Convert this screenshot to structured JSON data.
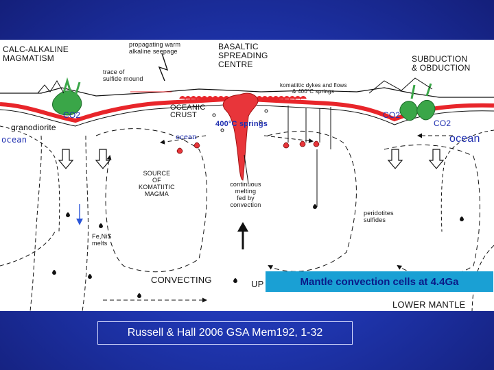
{
  "labels": {
    "calc_alkaline": [
      "CALC-ALKALINE",
      "MAGMATISM"
    ],
    "propagating": [
      "propagating warm",
      "alkaline seepage"
    ],
    "basaltic": [
      "BASALTIC",
      "SPREADING",
      "CENTRE"
    ],
    "subduction": [
      "SUBDUCTION",
      "& OBDUCTION"
    ],
    "trace": [
      "trace of",
      "sulfide mound"
    ],
    "komatiitic_dykes": [
      "komatiitic dykes and flows",
      "& 400°C springs"
    ],
    "oceanic_crust": [
      "OCEANIC",
      "CRUST"
    ],
    "springs": "400°C springs",
    "co2_left": "CO2",
    "co2_right_a": "CO2",
    "co2_right_b": "CO2",
    "granodiorite": "granodiorite",
    "ocean_left": "ocean",
    "ocean_mid": "ocean",
    "ocean_right": "ocean",
    "source": [
      "SOURCE",
      "OF",
      "KOMATIITIC",
      "MAGMA"
    ],
    "continuous_melting": [
      "continuous",
      "melting",
      "fed by",
      "convection"
    ],
    "peridotites": [
      "peridotites",
      "sulfides"
    ],
    "fe_ni": [
      "Fe,NiS",
      "melts"
    ],
    "convecting": "CONVECTING",
    "upper_fragment": "UP",
    "lower_mantle": "LOWER MANTLE"
  },
  "caption": "Mantle convection cells at 4.4Ga",
  "citation": "Russell & Hall 2006 GSA Mem192, 1-32",
  "colors": {
    "crust_red": "#e8252a",
    "vent_green": "#3aa648",
    "caption_bg": "#1aa0d4",
    "caption_text": "#0a1a88",
    "background_blue": "#1f36b0"
  }
}
